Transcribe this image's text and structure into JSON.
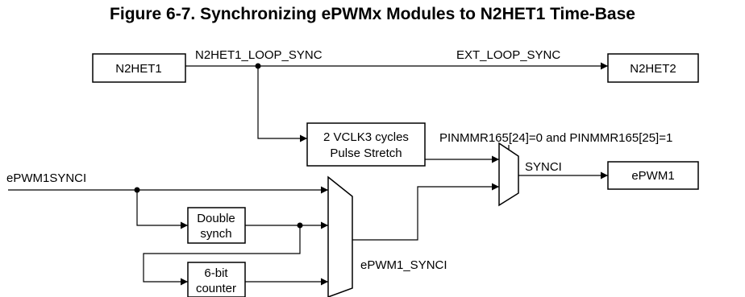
{
  "title": "Figure 6-7. Synchronizing ePWMx Modules to N2HET1 Time-Base",
  "blocks": {
    "n2het1": "N2HET1",
    "n2het2": "N2HET2",
    "pulse_stretch_line1": "2 VCLK3 cycles",
    "pulse_stretch_line2": "Pulse Stretch",
    "epwm1": "ePWM1",
    "double_synch_line1": "Double",
    "double_synch_line2": "synch",
    "counter_line1": "6-bit",
    "counter_line2": "counter"
  },
  "signals": {
    "n2het1_loop_sync": "N2HET1_LOOP_SYNC",
    "ext_loop_sync": "EXT_LOOP_SYNC",
    "pinmmr": "PINMMR165[24]=0 and PINMMR165[25]=1",
    "synci": "SYNCI",
    "epwm1synci_in": "ePWM1SYNCI",
    "epwm1_synci": "ePWM1_SYNCI"
  }
}
